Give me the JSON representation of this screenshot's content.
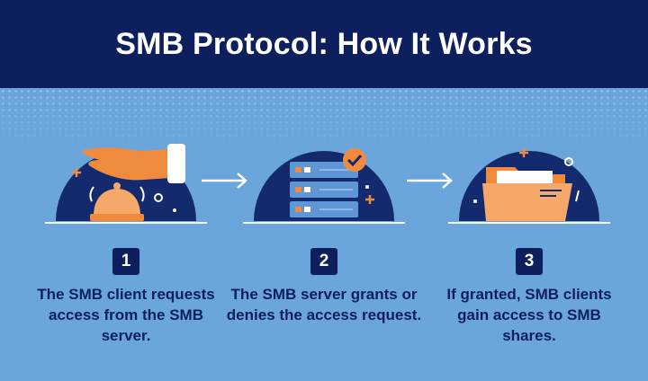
{
  "title": "SMB Protocol: How It Works",
  "steps": [
    {
      "number": "1",
      "caption": "The SMB client requests access from the SMB server.",
      "icon": "hand-bell-icon"
    },
    {
      "number": "2",
      "caption": "The SMB server grants or denies the access request.",
      "icon": "server-check-icon"
    },
    {
      "number": "3",
      "caption": "If granted, SMB clients gain access to SMB shares.",
      "icon": "folder-icon"
    }
  ],
  "colors": {
    "header": "#0d1f5c",
    "background": "#6aa6db",
    "circle": "#132b6e",
    "accent_orange": "#f08a3c",
    "server": "#5f97d6"
  }
}
